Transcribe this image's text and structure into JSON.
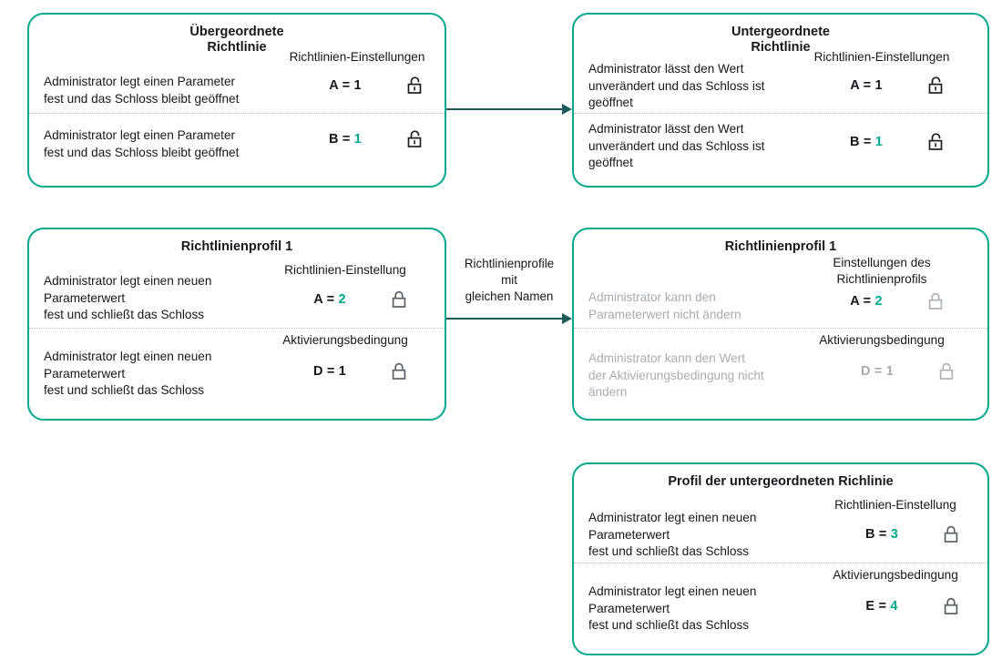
{
  "theme": {
    "border_color": "#00a88e",
    "accent_color": "#00a88e",
    "arrow_color": "#1a5c5c",
    "text_color": "#15181c",
    "muted_text_color": "#a7acb2",
    "divider_color": "#b9bec4"
  },
  "cards": {
    "parent_policy": {
      "title": "Übergeordnete\nRichtlinie",
      "rows": [
        {
          "description": "Administrator legt einen Parameter\nfest und das Schloss bleibt geöffnet",
          "column_header": "Richtlinien-Einstellungen",
          "value_label": "A =",
          "value_number": "1",
          "value_number_accent": false,
          "lock_icon": "unlock-icon",
          "muted": false
        },
        {
          "description": "Administrator legt einen Parameter\nfest und das Schloss bleibt geöffnet",
          "column_header": "",
          "value_label": "B =",
          "value_number": "1",
          "value_number_accent": true,
          "lock_icon": "unlock-icon",
          "muted": false
        }
      ]
    },
    "child_policy": {
      "title": "Untergeordnete\nRichtlinie",
      "rows": [
        {
          "description": "Administrator lässt den Wert\nunverändert und das Schloss ist\ngeöffnet",
          "column_header": "Richtlinien-Einstellungen",
          "value_label": "A =",
          "value_number": "1",
          "value_number_accent": false,
          "lock_icon": "unlock-icon",
          "muted": false
        },
        {
          "description": "Administrator lässt den Wert\nunverändert und das Schloss ist\ngeöffnet",
          "column_header": "",
          "value_label": "B =",
          "value_number": "1",
          "value_number_accent": true,
          "lock_icon": "unlock-icon",
          "muted": false
        }
      ]
    },
    "policy_profile_left": {
      "title": "Richtlinienprofil 1",
      "rows": [
        {
          "description": "Administrator legt einen neuen\nParameterwert\nfest und schließt das Schloss",
          "column_header": "Richtlinien-Einstellung",
          "value_label": "A =",
          "value_number": "2",
          "value_number_accent": true,
          "lock_icon": "lock-icon",
          "muted": false
        },
        {
          "description": "Administrator legt einen neuen\nParameterwert\nfest und schließt das Schloss",
          "column_header": "Aktivierungsbedingung",
          "value_label": "D =",
          "value_number": "1",
          "value_number_accent": false,
          "lock_icon": "lock-icon",
          "muted": false
        }
      ]
    },
    "policy_profile_right": {
      "title": "Richtlinienprofil 1",
      "rows": [
        {
          "description": "Administrator kann den\nParameterwert nicht ändern",
          "column_header": "Einstellungen des\nRichtlinienprofils",
          "value_label": "A =",
          "value_number": "2",
          "value_number_accent": true,
          "lock_icon": "lock-icon",
          "muted": true
        },
        {
          "description": "Administrator kann den Wert\nder Aktivierungsbedingung nicht\nändern",
          "column_header": "Aktivierungsbedingung",
          "value_label": "D =",
          "value_number": "1",
          "value_number_accent": false,
          "lock_icon": "lock-icon",
          "muted": true
        }
      ]
    },
    "child_policy_profile": {
      "title": "Profil der untergeordneten Richlinie",
      "rows": [
        {
          "description": "Administrator legt einen neuen\nParameterwert\nfest und schließt das Schloss",
          "column_header": "Richtlinien-Einstellung",
          "value_label": "B =",
          "value_number": "3",
          "value_number_accent": true,
          "lock_icon": "lock-icon",
          "muted": false
        },
        {
          "description": "Administrator legt einen neuen\nParameterwert\nfest und schließt das Schloss",
          "column_header": "Aktivierungsbedingung",
          "value_label": "E =",
          "value_number": "4",
          "value_number_accent": true,
          "lock_icon": "lock-icon",
          "muted": false
        }
      ]
    }
  },
  "connectors": {
    "top_arrow": {
      "label": ""
    },
    "middle_arrow": {
      "label": "Richtlinienprofile\nmit\ngleichen Namen"
    }
  }
}
